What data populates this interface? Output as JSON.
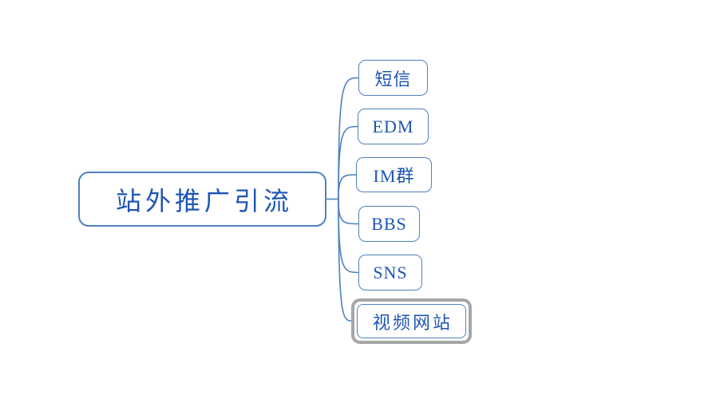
{
  "diagram": {
    "type": "mind-map-tree",
    "root": {
      "label": "站外推广引流"
    },
    "children": [
      {
        "label": "短信",
        "selected": false
      },
      {
        "label": "EDM",
        "selected": false
      },
      {
        "label": "IM群",
        "selected": false
      },
      {
        "label": "BBS",
        "selected": false
      },
      {
        "label": "SNS",
        "selected": false
      },
      {
        "label": "视频网站",
        "selected": true
      }
    ],
    "colors": {
      "background": "#ffffff",
      "node_border": "#4f81bd",
      "connector": "#4f81bd",
      "text": "#1e55b4",
      "selection_outline": "#a6a6a6"
    }
  }
}
